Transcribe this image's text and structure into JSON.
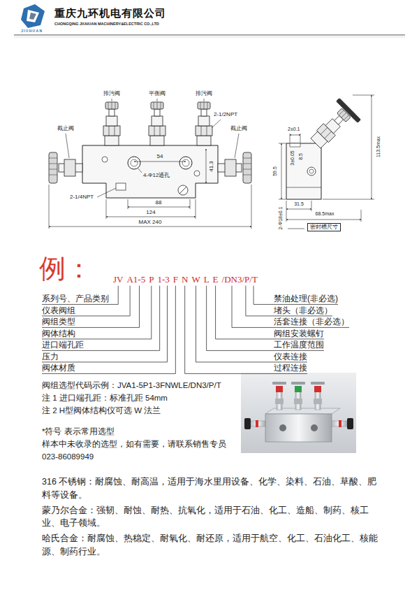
{
  "diagram": {
    "labels": [
      "JIUHUAN",
      "重庆九环机电有限公司",
      "CHONGQING JIUHUAN MACHINERY&ELECTRIC CO.,LTD",
      "排污阀",
      "平衡阀",
      "排污阀",
      "截止阀",
      "2-1/2NPT",
      "截止阀",
      "54",
      "4-Φ12通孔",
      "41.3",
      "2-1/4NPT",
      "88",
      "124",
      "MAX 240",
      "2±0.1",
      "3±0.05",
      "8.5",
      "113.5max",
      "59.5",
      "31.5",
      "68.5max",
      "2-Φ18±0.1",
      "密封槽尺寸",
      "例：",
      "JV",
      "A1-5",
      "P",
      "1-3",
      "F",
      "N",
      "W",
      "L",
      "E",
      "/DN3/P/T",
      "系列号、产品类别",
      "禁油处理(非必选)",
      "仪表阀组",
      "堵头（非必选）",
      "阀组类型",
      "活套连接（非必选）",
      "阀体结构",
      "阀组安装螺钉",
      "进口端孔距",
      "工作温度范围",
      "压力",
      "仪表连接",
      "阀体材质",
      "过程连接",
      "阀组选型代码示例：JVA1-5P1-3FNWLE/DN3/P/T",
      "注 1 进口端孔距：标准孔距 54mm",
      "注 2 H型阀体结构仪可选 W 法兰",
      "*符号 表示常用选型",
      "样本中未收录的选型，如有需要，请联系销售专员",
      "023-86089949",
      "316 不锈钢：耐腐蚀、耐高温，适用于海水里用设备、化学、染料、石油、草酸、肥料等设备。",
      "蒙乃尔合金：强韧、耐蚀、耐热、抗氧化，适用于石油、化工、造船、制药、核工业、电子领域。",
      "哈氏合金：耐腐蚀、热稳定、耐氧化、耐还原，适用于航空、化工、石油化工、核能源、制药行业。"
    ]
  }
}
